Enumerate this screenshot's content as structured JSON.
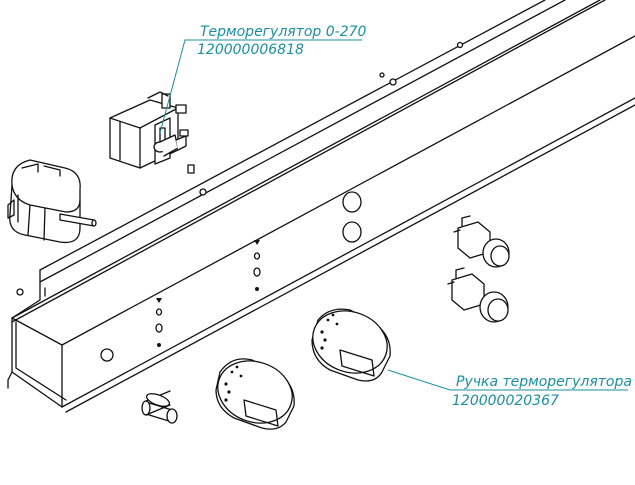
{
  "callouts": {
    "thermoregulator": {
      "name": "Терморегулятор 0-270",
      "code": "120000006818"
    },
    "knob": {
      "name": "Ручка терморегулятора",
      "code": "120000020367"
    }
  },
  "colors": {
    "leader_line": "#1a8fa0",
    "outline": "#111111",
    "background": "#ffffff"
  },
  "icons": [
    "thermostat-body",
    "timer-switch",
    "indicator-lamp",
    "control-knob",
    "control-panel-beam"
  ]
}
